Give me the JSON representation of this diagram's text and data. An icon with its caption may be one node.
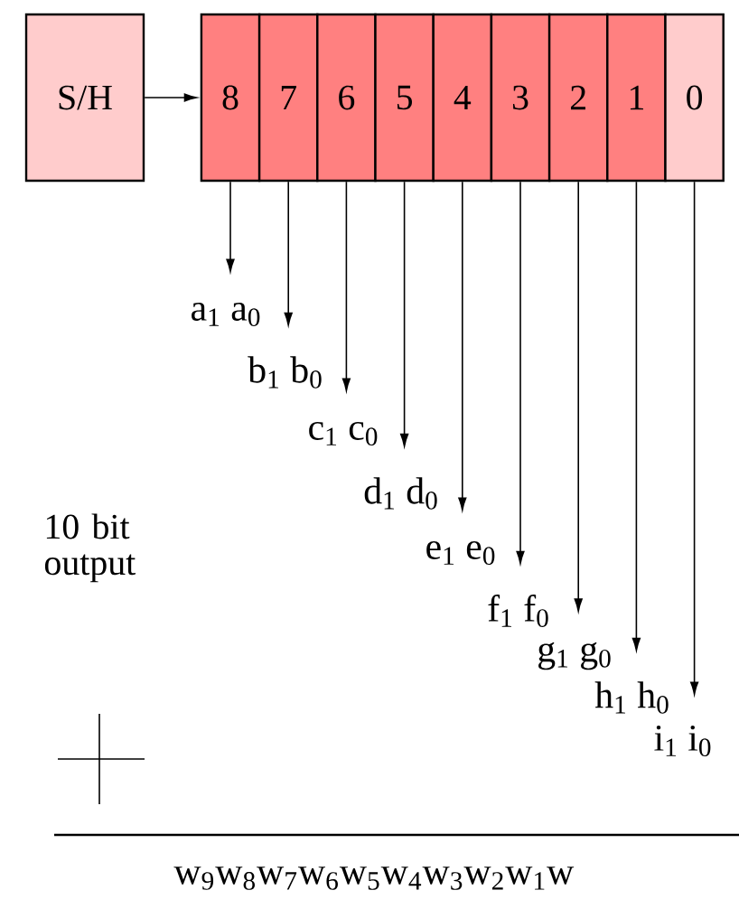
{
  "diagram": {
    "nodes": [
      {
        "text": [
          "S/H"
        ]
      },
      {
        "text": [
          "8"
        ]
      },
      {
        "text": [
          "7"
        ]
      },
      {
        "text": [
          "6"
        ]
      },
      {
        "text": [
          "5"
        ]
      },
      {
        "text": [
          "4"
        ]
      },
      {
        "text": [
          "3"
        ]
      },
      {
        "text": [
          "2"
        ]
      },
      {
        "text": [
          "1"
        ]
      },
      {
        "text": [
          "0"
        ]
      },
      {
        "text": [
          "a$_{1}$ a$_{0}$"
        ]
      },
      {
        "text": [
          "b$_{1}$ b$_{0}$"
        ]
      },
      {
        "text": [
          "c$_{1}$ c$_{0}$"
        ]
      },
      {
        "text": [
          "d$_{1}$ d$_{0}$"
        ]
      },
      {
        "text": [
          "e$_{1}$ e$_{0}$"
        ]
      },
      {
        "text": [
          "f$_{1}$ f$_{0}$"
        ]
      },
      {
        "text": [
          "g$_{1}$ g$_{0}$"
        ]
      },
      {
        "text": [
          "h$_{1}$ h$_{0}$"
        ]
      },
      {
        "text": [
          "i$_{1}$ i$_{0}$"
        ]
      }
    ],
    "edges": [
      {
        "from": 0,
        "to": 1,
        "arrow": "to"
      },
      {
        "from": 1,
        "to": 10,
        "arrow": "to"
      },
      {
        "from": 2,
        "to": 11,
        "arrow": "to"
      },
      {
        "from": 3,
        "to": 12,
        "arrow": "to"
      },
      {
        "from": 4,
        "to": 13,
        "arrow": "to"
      },
      {
        "from": 5,
        "to": 14,
        "arrow": "to"
      },
      {
        "from": 6,
        "to": 15,
        "arrow": "to"
      },
      {
        "from": 7,
        "to": 16,
        "arrow": "to"
      },
      {
        "from": 8,
        "to": 17,
        "arrow": "to"
      },
      {
        "from": 9,
        "to": 18,
        "arrow": "to"
      }
    ],
    "labels": [
      "10 bit output",
      "w$_{9}$w$_{8}$w$_{7}$w$_{6}$w$_{5}$w$_{4}$w$_{3}$w$_{2}$w$_{1}$w"
    ]
  }
}
